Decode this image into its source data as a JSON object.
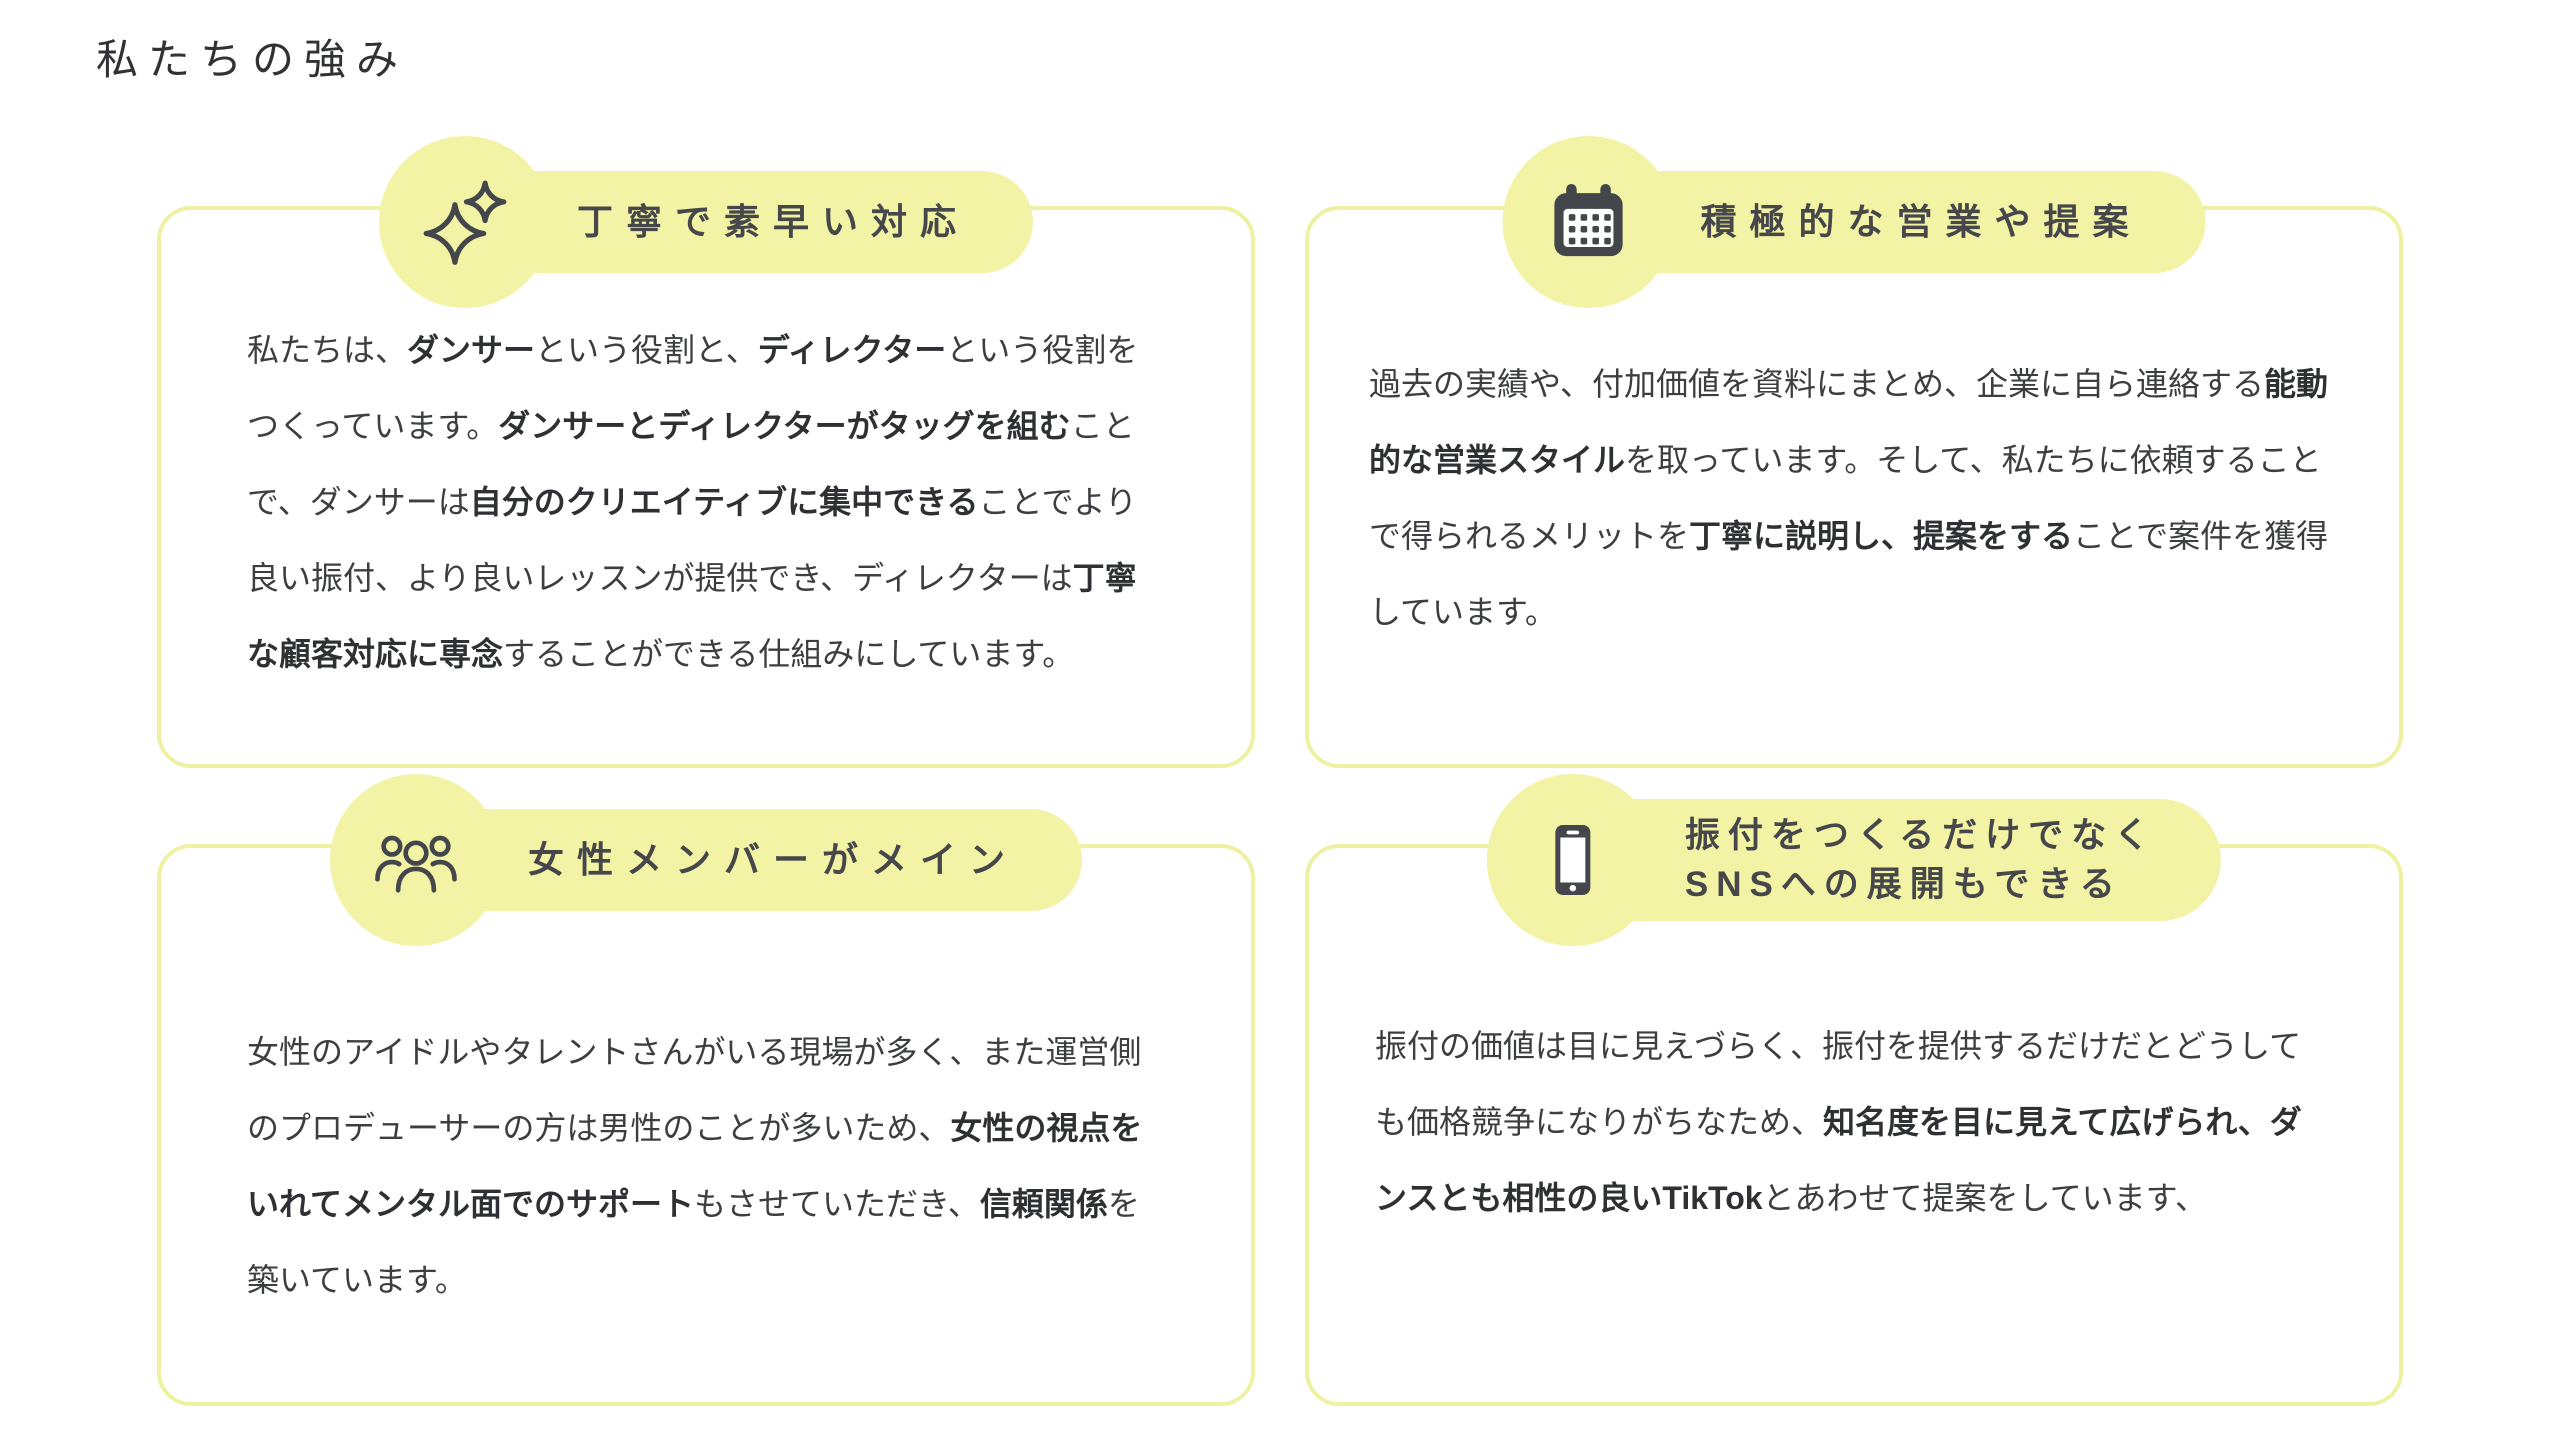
{
  "page": {
    "title": "私たちの強み"
  },
  "colors": {
    "yellow": "#f2f3a5",
    "border_yellow": "#eef0a2",
    "ink": "#3c3e42",
    "title_ink": "#45474b",
    "icon_ink": "#43464b"
  },
  "cards": [
    {
      "icon": "sparkles-icon",
      "title": "丁寧で素早い対応",
      "body": [
        {
          "text": "私たちは、"
        },
        {
          "text": "ダンサー",
          "bold": true
        },
        {
          "text": "という役割と、"
        },
        {
          "text": "ディレクター",
          "bold": true
        },
        {
          "text": "という役割をつくっています。"
        },
        {
          "text": "ダンサーとディレクターがタッグを組む",
          "bold": true
        },
        {
          "text": "ことで、ダンサーは"
        },
        {
          "text": "自分のクリエイティブに集中できる",
          "bold": true
        },
        {
          "text": "ことでより良い振付、より良いレッスンが提供でき、ディレクターは"
        },
        {
          "text": "丁寧な顧客対応に専念",
          "bold": true
        },
        {
          "text": "することができる仕組みにしています。"
        }
      ]
    },
    {
      "icon": "calendar-icon",
      "title": "積極的な営業や提案",
      "body": [
        {
          "text": "過去の実績や、付加価値を資料にまとめ、企業に自ら連絡する"
        },
        {
          "text": "能動的な営業スタイル",
          "bold": true
        },
        {
          "text": "を取っています。そして、私たちに依頼することで得られるメリットを"
        },
        {
          "text": "丁寧に説明し、提案をする",
          "bold": true
        },
        {
          "text": "ことで案件を獲得しています。"
        }
      ]
    },
    {
      "icon": "people-icon",
      "title": "女性メンバーがメイン",
      "body": [
        {
          "text": "女性のアイドルやタレントさんがいる現場が多く、また運営側のプロデューサーの方は男性のことが多いため、"
        },
        {
          "text": "女性の視点をいれてメンタル面でのサポート",
          "bold": true
        },
        {
          "text": "もさせていただき、"
        },
        {
          "text": "信頼関係",
          "bold": true
        },
        {
          "text": "を築いています。"
        }
      ]
    },
    {
      "icon": "smartphone-icon",
      "title": "振付をつくるだけでなく\nSNSへの展開もできる",
      "body": [
        {
          "text": "振付の価値は目に見えづらく、振付を提供するだけだとどうしても価格競争になりがちなため、"
        },
        {
          "text": "知名度を目に見えて広げられ、ダンスとも相性の良いTikTok",
          "bold": true
        },
        {
          "text": "とあわせて提案をしています、"
        }
      ]
    }
  ]
}
